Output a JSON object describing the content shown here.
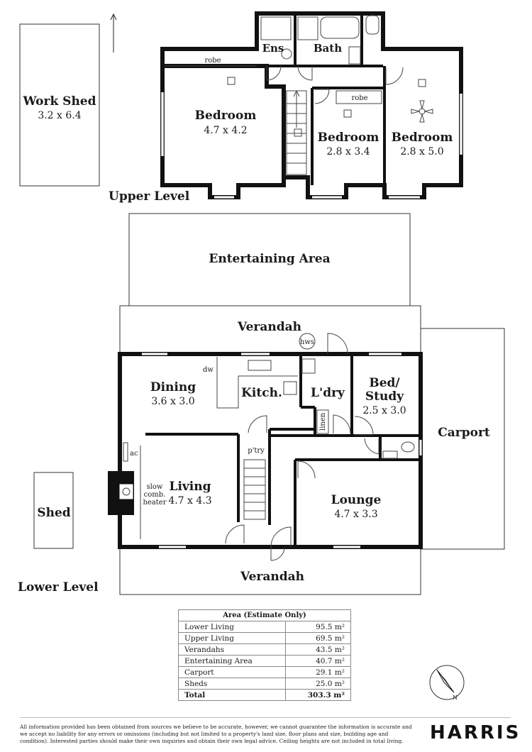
{
  "levels": {
    "upper": "Upper Level",
    "lower": "Lower Level"
  },
  "rooms": {
    "work_shed": {
      "name": "Work Shed",
      "dims": "3.2 x 6.4"
    },
    "ens": {
      "name": "Ens"
    },
    "bath": {
      "name": "Bath"
    },
    "bedroom_main": {
      "name": "Bedroom",
      "dims": "4.7 x 4.2"
    },
    "bedroom_2": {
      "name": "Bedroom",
      "dims": "2.8 x 3.4"
    },
    "bedroom_3": {
      "name": "Bedroom",
      "dims": "2.8 x 5.0"
    },
    "entertaining": {
      "name": "Entertaining Area"
    },
    "verandah_back": {
      "name": "Verandah"
    },
    "dining": {
      "name": "Dining",
      "dims": "3.6 x 3.0"
    },
    "kitchen": {
      "name": "Kitch."
    },
    "laundry": {
      "name": "L'dry"
    },
    "bed_study": {
      "name_line1": "Bed/",
      "name_line2": "Study",
      "dims": "2.5 x 3.0"
    },
    "carport": {
      "name": "Carport"
    },
    "living": {
      "name": "Living",
      "dims": "4.7 x 4.3"
    },
    "lounge": {
      "name": "Lounge",
      "dims": "4.7 x 3.3"
    },
    "shed": {
      "name": "Shed"
    },
    "verandah_front": {
      "name": "Verandah"
    }
  },
  "labels": {
    "robe_1": "robe",
    "robe_2": "robe",
    "hws": "hws",
    "dw": "dw",
    "pantry": "p'try",
    "linen": "linen",
    "ac": "ac",
    "heater_1": "slow",
    "heater_2": "comb.",
    "heater_3": "heater"
  },
  "compass": {
    "letter": "N"
  },
  "area_table": {
    "title": "Area (Estimate Only)",
    "rows": [
      {
        "label": "Lower Living",
        "value": "95.5 m²"
      },
      {
        "label": "Upper Living",
        "value": "69.5 m²"
      },
      {
        "label": "Verandahs",
        "value": "43.5 m²"
      },
      {
        "label": "Entertaining Area",
        "value": "40.7 m²"
      },
      {
        "label": "Carport",
        "value": "29.1 m²"
      },
      {
        "label": "Sheds",
        "value": "25.0 m²"
      }
    ],
    "total_label": "Total",
    "total_value": "303.3 m²"
  },
  "disclaimer": "All information provided has been obtained from sources we believe to be accurate, however, we cannot guarantee the information is accurate and we accept no liability for any errors or omissions (including but not limited to a property's land size, floor plans and size, building age and condition). Interested parties should make their own inquiries and obtain their own legal advice. Ceiling heights are not included in total living.",
  "brand": "HARRIS"
}
